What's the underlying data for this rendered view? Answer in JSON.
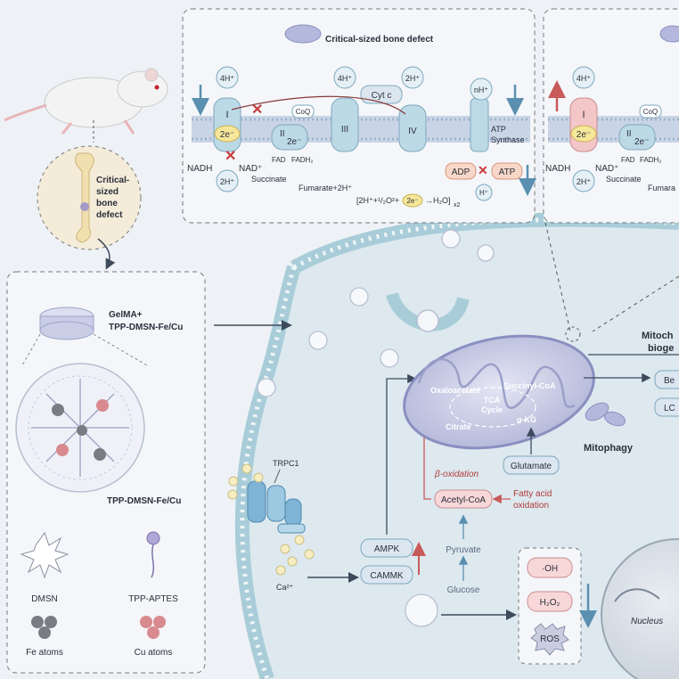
{
  "top_panel": {
    "title": "Critical-sized bone defect",
    "complex_I": "I",
    "complex_II": "II",
    "complex_III": "III",
    "complex_IV": "IV",
    "electron": "2e⁻",
    "proton_4h_1": "4H⁺",
    "proton_4h_2": "4H⁺",
    "proton_2h_top": "2H⁺",
    "proton_nh": "nH⁺",
    "proton_2h_bottom": "2H⁺",
    "coq": "CoQ",
    "cytc": "Cyt c",
    "nadh": "NADH",
    "nad": "NAD⁺",
    "fad": "FAD",
    "fadh2": "FADH₂",
    "succinate": "Succinate",
    "fumarate": "Fumarate+2H⁺",
    "water_eq_start": "[2H⁺+¹/₂O²+",
    "water_eq_end": "→H₂O]",
    "water_eq_x2": "x2",
    "atp_synthase": "ATP",
    "atp_synthase_2": "Synthase",
    "adp": "ADP",
    "atp": "ATP",
    "h_plus": "H⁺"
  },
  "right_panel": {
    "complex_I": "I",
    "complex_II": "II",
    "electron": "2e⁻",
    "proton_4h": "4H⁺",
    "proton_2h": "2H⁺",
    "coq": "CoQ",
    "nadh": "NADH",
    "nad": "NAD⁺",
    "fad": "FAD",
    "fadh2": "FADH₂",
    "succinate": "Succinate",
    "fumarate": "Fumara"
  },
  "bone_label": [
    "Critical-",
    "sized",
    "bone",
    "defect"
  ],
  "hydrogel": {
    "label_1": "GelMA+",
    "label_2": "TPP-DMSN-Fe/Cu",
    "nanoparticle_label": "TPP-DMSN-Fe/Cu"
  },
  "legend": {
    "dmsn": "DMSN",
    "tpp_aptes": "TPP-APTES",
    "fe": "Fe atoms",
    "cu": "Cu atoms"
  },
  "cell": {
    "trpc1": "TRPC1",
    "ca": "Ca²⁺",
    "ampk": "AMPK",
    "cammk": "CAMMK",
    "pyruvate": "Pyruvate",
    "glucose": "Glucose",
    "acetyl_coa": "Acetyl-CoA",
    "fatty_acid_1": "Fatty acid",
    "fatty_acid_2": "oxidation",
    "beta_ox": "β-oxidation",
    "glutamate": "Glutamate",
    "mitophagy": "Mitophagy",
    "mito_biogenesis_1": "Mitoch",
    "mito_biogenesis_2": "bioge",
    "right_box_1": "Be",
    "right_box_2": "LC",
    "nucleus": "Nucleus"
  },
  "tca": {
    "oxaloacetate": "Oxaloacetate",
    "succinyl_coa": "Succinyl-CoA",
    "tca": "TCA",
    "cycle": "Cycle",
    "citrate": "Citrate",
    "akg": "α-KG"
  },
  "ros": {
    "oh": "·OH",
    "h2o2": "H₂O₂",
    "ros": "ROS"
  },
  "colors": {
    "membrane": "#a9cdd8",
    "membrane_bead": "#bcdbe4",
    "cytoplasm": "#dde9ef",
    "mito_outer": "#9aa0c8",
    "mito_inner": "#c9cbe6",
    "complex": "#bcd9e6",
    "complex_red": "#f3c6c8",
    "electron": "#f6e79a",
    "arrow_blue": "#5a8fb0",
    "arrow_red": "#c85a5a",
    "text_dark": "#2a2f3a",
    "text_red": "#b03a3a",
    "panel_bg": "#f4f6f9"
  }
}
